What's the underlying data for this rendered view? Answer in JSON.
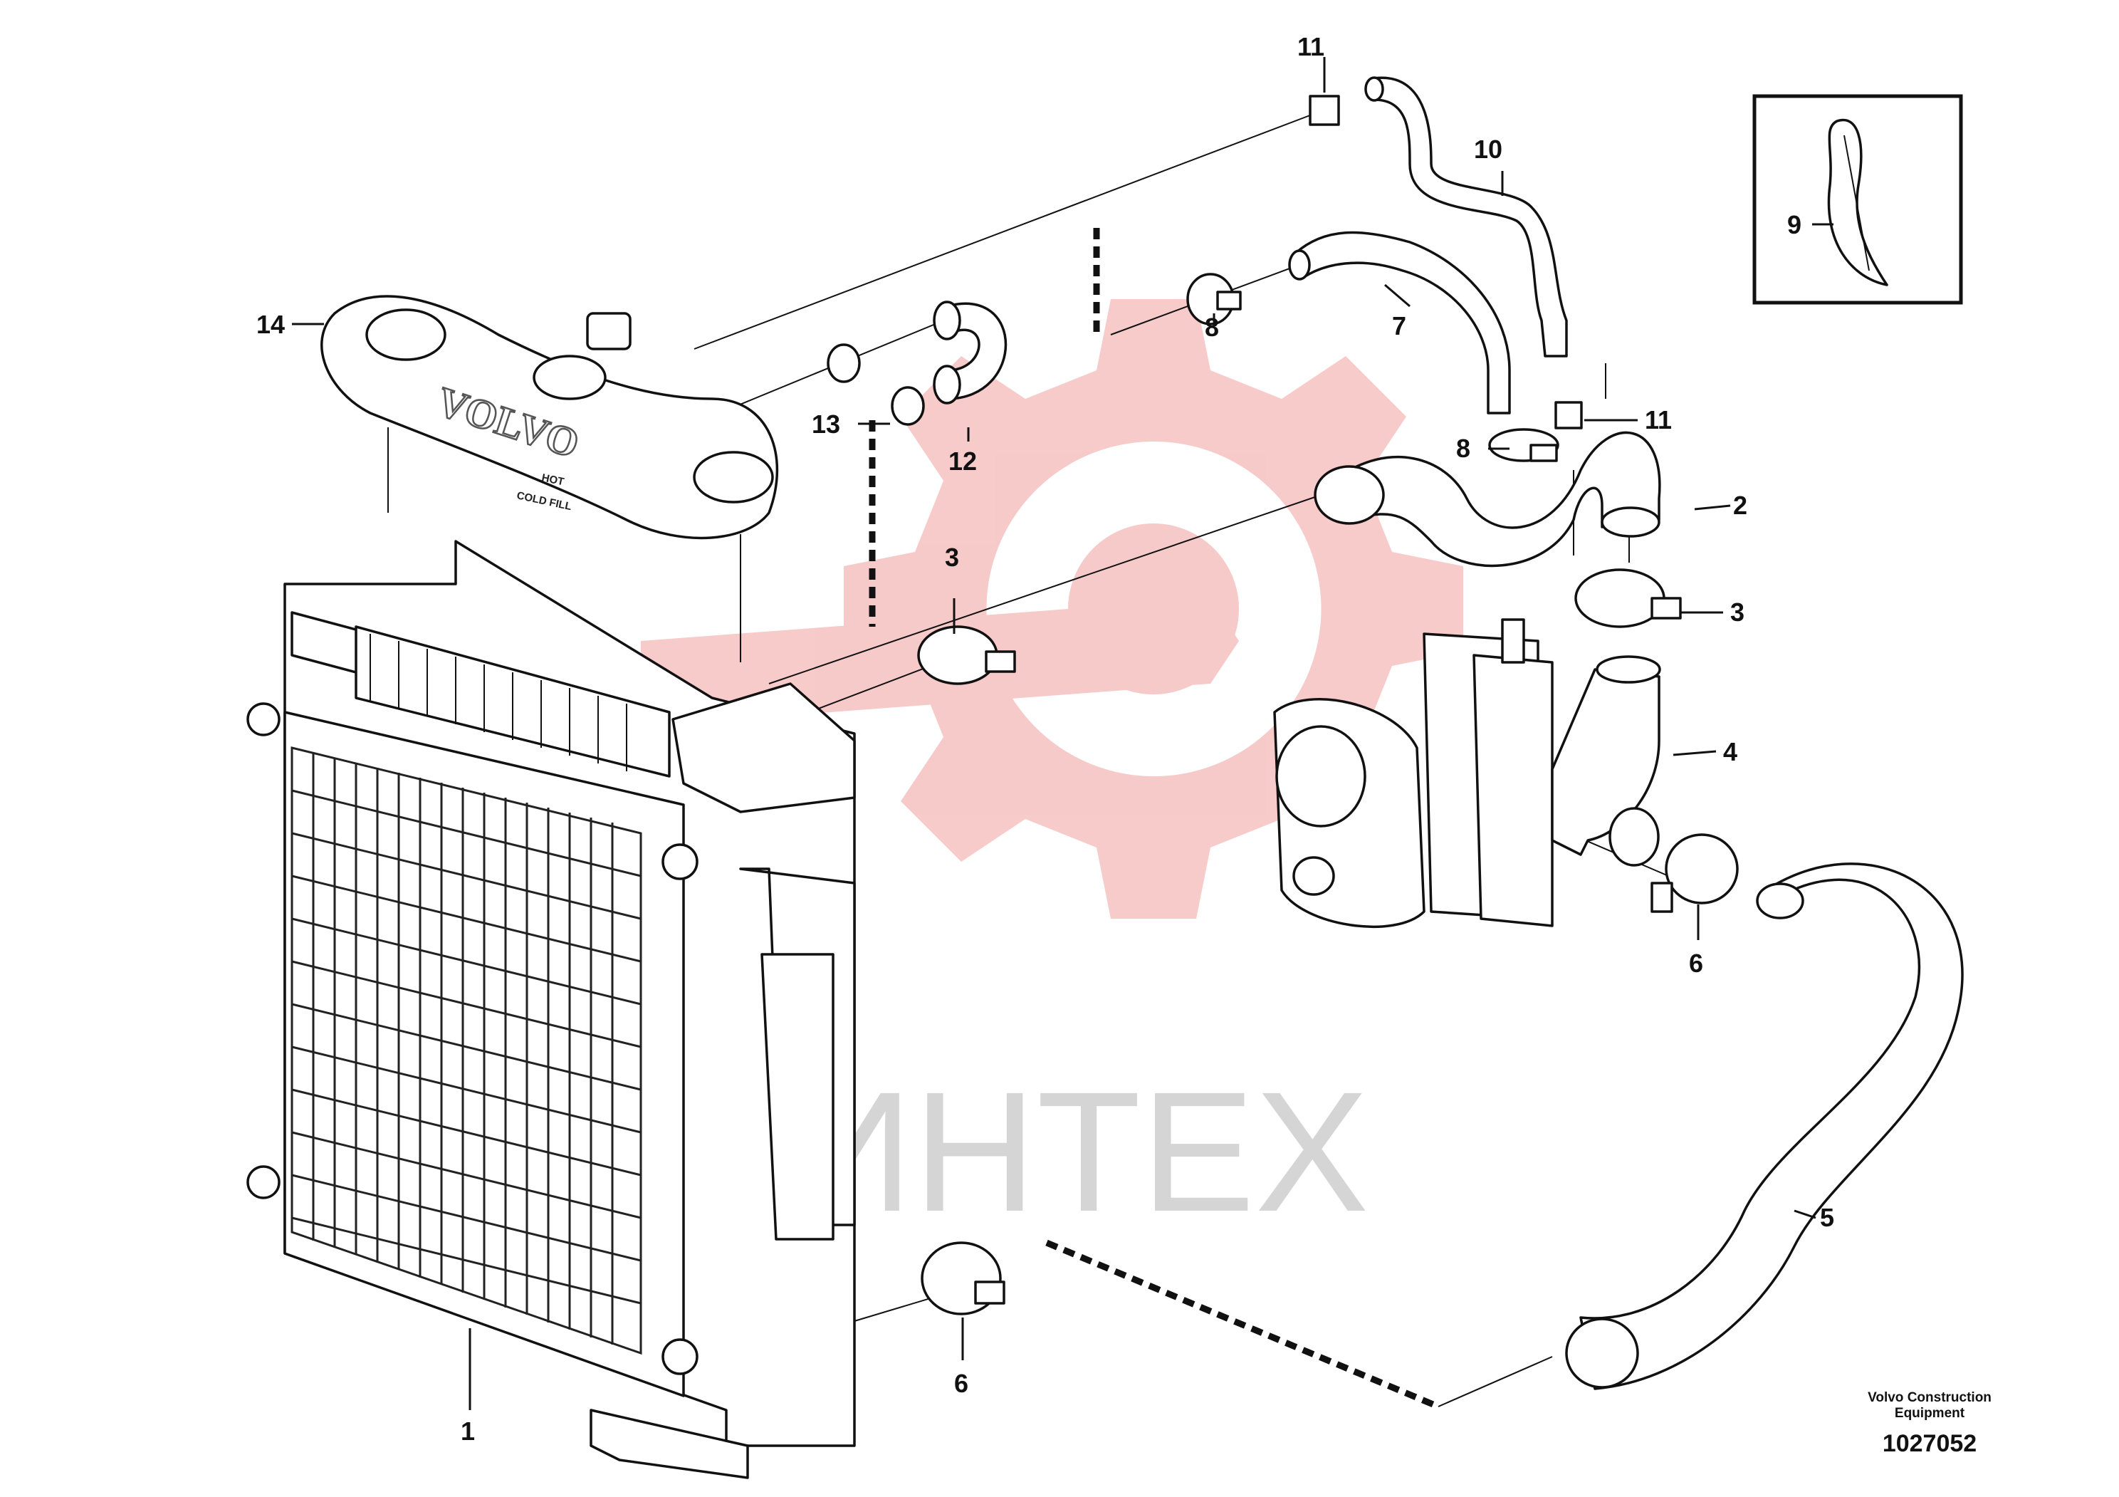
{
  "watermark": {
    "text": "ИНТЕХ",
    "logo_color": "#f2a0a0",
    "text_color": "#c8c8c8"
  },
  "tank_emboss": "VOLVO",
  "tank_marks": [
    "HOT",
    "COLD FILL"
  ],
  "callouts": [
    {
      "id": "c1",
      "label": "1"
    },
    {
      "id": "c2",
      "label": "2"
    },
    {
      "id": "c3a",
      "label": "3"
    },
    {
      "id": "c3b",
      "label": "3"
    },
    {
      "id": "c4",
      "label": "4"
    },
    {
      "id": "c5",
      "label": "5"
    },
    {
      "id": "c6a",
      "label": "6"
    },
    {
      "id": "c6b",
      "label": "6"
    },
    {
      "id": "c7",
      "label": "7"
    },
    {
      "id": "c8a",
      "label": "8"
    },
    {
      "id": "c8b",
      "label": "8"
    },
    {
      "id": "c9",
      "label": "9"
    },
    {
      "id": "c10",
      "label": "10"
    },
    {
      "id": "c11a",
      "label": "11"
    },
    {
      "id": "c11b",
      "label": "11"
    },
    {
      "id": "c12",
      "label": "12"
    },
    {
      "id": "c13",
      "label": "13"
    },
    {
      "id": "c14",
      "label": "14"
    }
  ],
  "brand": {
    "line1": "Volvo Construction",
    "line2": "Equipment",
    "code": "1027052"
  }
}
